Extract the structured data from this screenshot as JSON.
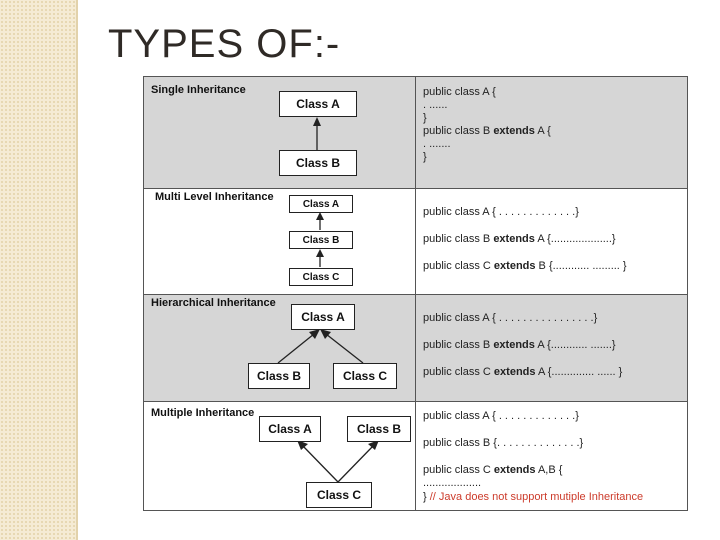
{
  "title": "TYPES OF:-",
  "sections": [
    {
      "label": "Single Inheritance",
      "boxes": [
        "Class A",
        "Class B"
      ],
      "code": [
        {
          "pre": "public class A {",
          "kw": "",
          "post": ""
        },
        {
          "pre": "  . ......",
          "kw": "",
          "post": ""
        },
        {
          "pre": "}",
          "kw": "",
          "post": ""
        },
        {
          "pre": "public class B ",
          "kw": "extends",
          "post": " A {"
        },
        {
          "pre": "  . .......",
          "kw": "",
          "post": ""
        },
        {
          "pre": "}",
          "kw": "",
          "post": ""
        }
      ]
    },
    {
      "label": "Multi Level Inheritance",
      "boxes": [
        "Class A",
        "Class B",
        "Class C"
      ],
      "code": [
        {
          "pre": "public class A { . . . . . . . . . . . . .}",
          "kw": "",
          "post": ""
        },
        {
          "pre": "public class B ",
          "kw": "extends",
          "post": " A {....................}"
        },
        {
          "pre": "public class C ",
          "kw": "extends",
          "post": "  B {............ ......... }"
        }
      ]
    },
    {
      "label": "Hierarchical Inheritance",
      "boxes": [
        "Class A",
        "Class B",
        "Class C"
      ],
      "code": [
        {
          "pre": "public class A { . . . . . . . . . . . . . . . .}",
          "kw": "",
          "post": ""
        },
        {
          "pre": "public class B ",
          "kw": "extends",
          "post": " A {............ .......}"
        },
        {
          "pre": "public class C ",
          "kw": "extends",
          "post": " A {.............. ...... }"
        }
      ]
    },
    {
      "label": "Multiple Inheritance",
      "boxes": [
        "Class A",
        "Class B",
        "Class C"
      ],
      "code": [
        {
          "pre": "public class A { . . . . . . . . . . . . .}",
          "kw": "",
          "post": ""
        },
        {
          "pre": "public class B {. . . . . . . . . . . . . .}",
          "kw": "",
          "post": ""
        },
        {
          "pre": "public class C ",
          "kw": "extends",
          "post": "  A,B {"
        },
        {
          "pre": "  ...................",
          "kw": "",
          "post": ""
        }
      ],
      "closing_brace": "}",
      "note": " // Java does not support mutiple Inheritance"
    }
  ],
  "colors": {
    "row_gray": "#d6d6d6",
    "note_red": "#cc3b2b",
    "sidebar": "#f5ebd4"
  }
}
